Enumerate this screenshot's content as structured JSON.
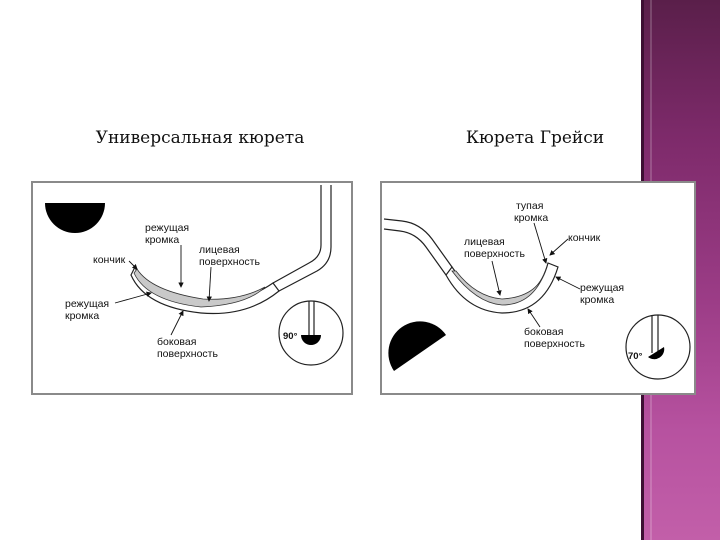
{
  "left": {
    "title": "Универсальная кюрета",
    "labels": {
      "cutting_edge_top_1": "режущая",
      "cutting_edge_top_2": "кромка",
      "face_1": "лицевая",
      "face_2": "поверхность",
      "tip": "кончик",
      "cutting_edge_bottom_1": "режущая",
      "cutting_edge_bottom_2": "кромка",
      "lateral_1": "боковая",
      "lateral_2": "поверхность",
      "angle": "90°"
    }
  },
  "right": {
    "title": "Кюрета Грейси",
    "labels": {
      "blunt_edge_1": "тупая",
      "blunt_edge_2": "кромка",
      "tip": "кончик",
      "face_1": "лицевая",
      "face_2": "поверхность",
      "cutting_edge_1": "режущая",
      "cutting_edge_2": "кромка",
      "lateral_1": "боковая",
      "lateral_2": "поверхность",
      "angle": "70°"
    }
  },
  "colors": {
    "accent_bar": "#8a3277",
    "blade_fill": "#c9c9c9"
  }
}
